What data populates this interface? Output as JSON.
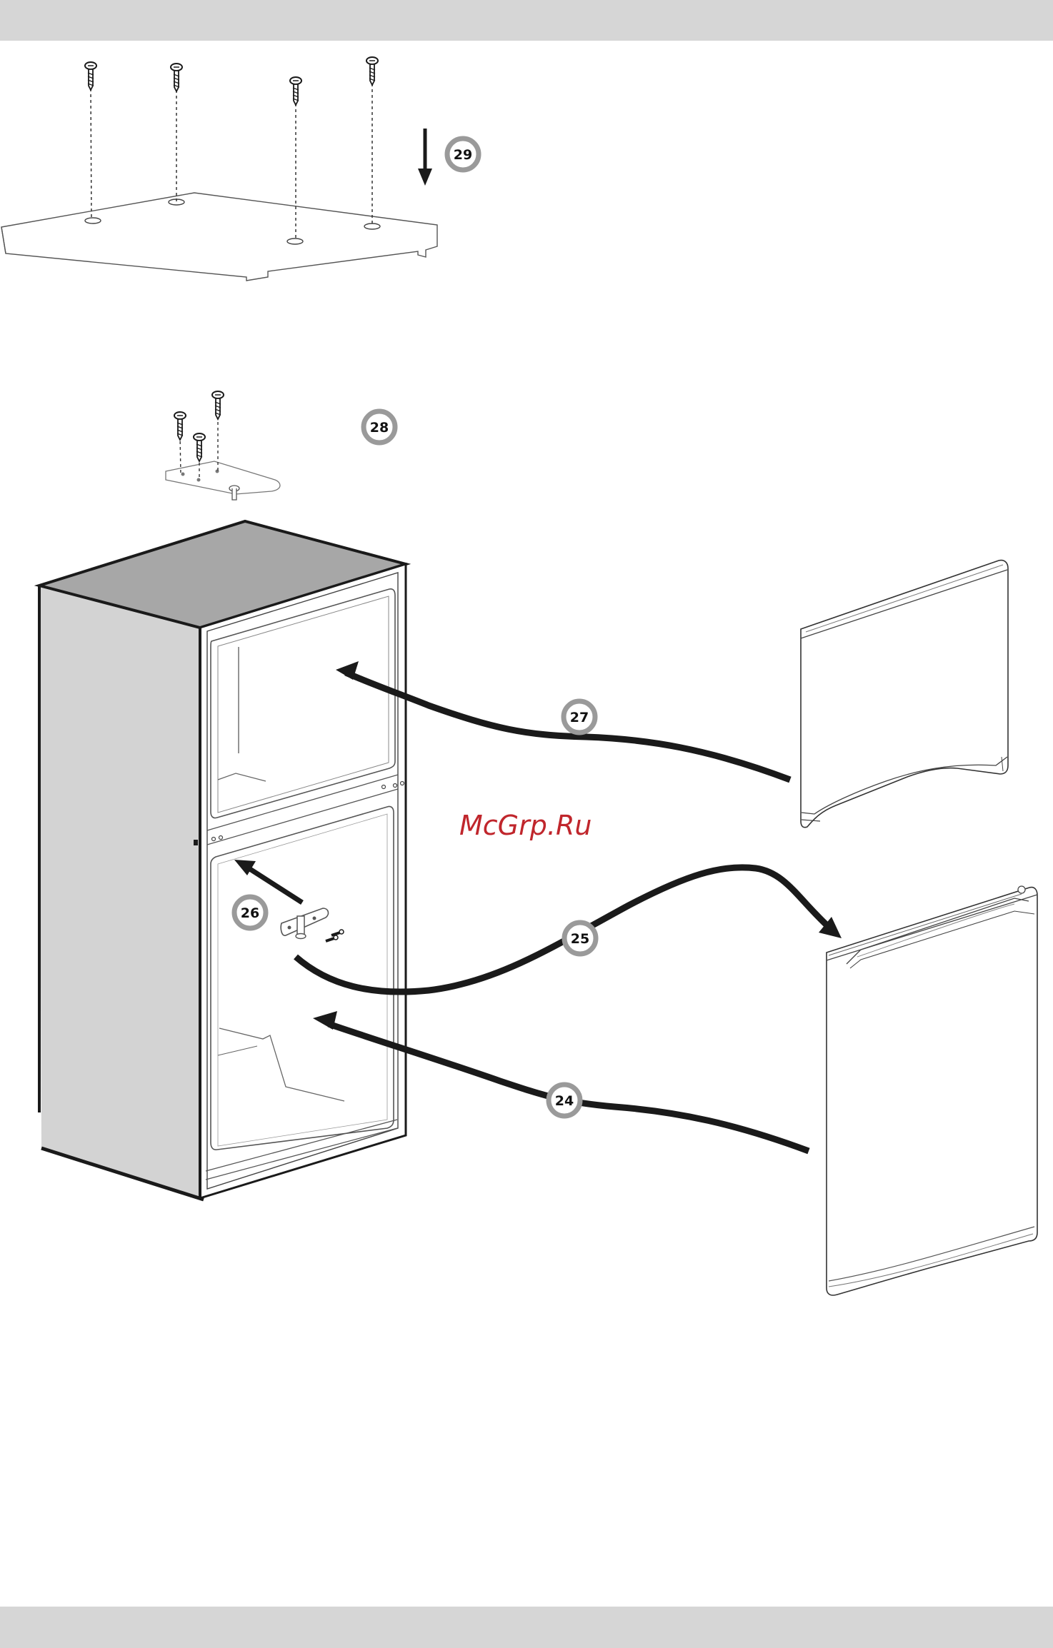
{
  "watermark": {
    "text": "McGrp.Ru",
    "color": "#c0262c"
  },
  "steps": [
    {
      "number": "29",
      "part": "top-panel"
    },
    {
      "number": "28",
      "part": "top-hinge"
    },
    {
      "number": "27",
      "part": "freezer-door"
    },
    {
      "number": "26",
      "part": "middle-hinge"
    },
    {
      "number": "25",
      "part": "fridge-door"
    },
    {
      "number": "24",
      "part": "fridge-door"
    }
  ],
  "colors": {
    "band": "#d6d6d6",
    "cabinet_top": "#a7a7a7",
    "cabinet_side": "#d3d3d3",
    "badge_ring": "#9a9a9a",
    "ink": "#1a1a1a"
  }
}
